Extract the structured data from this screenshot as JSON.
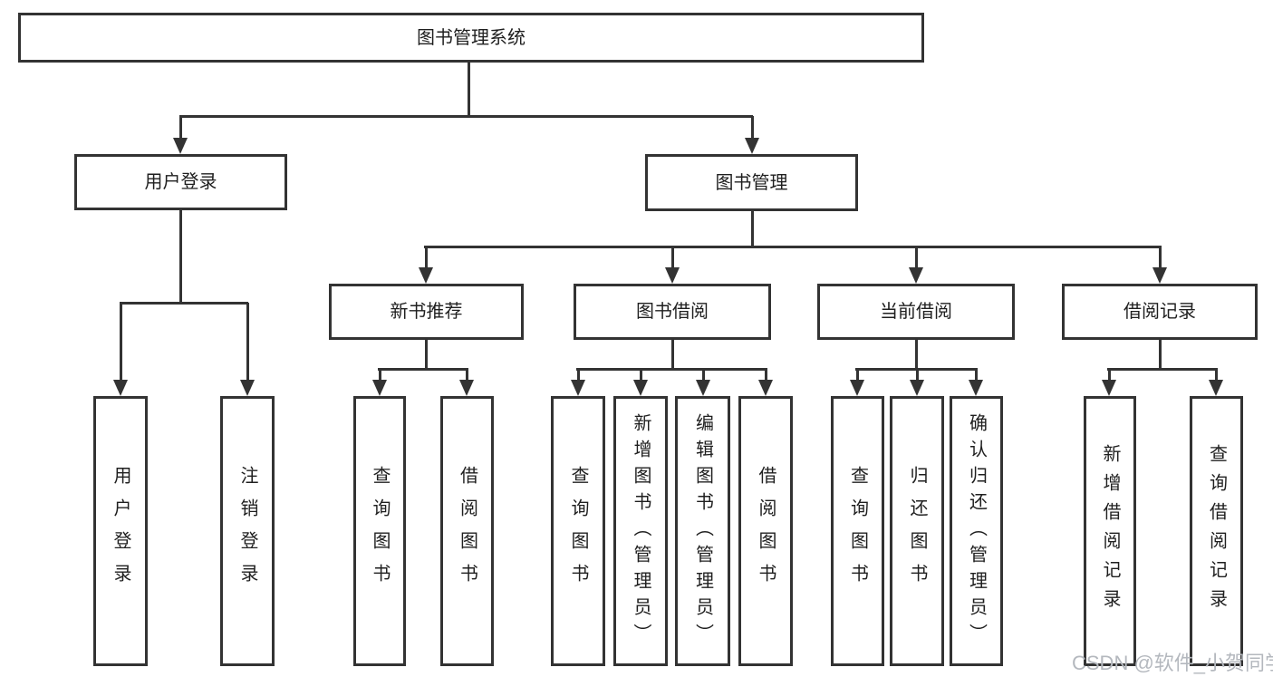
{
  "diagram": {
    "root": "图书管理系统",
    "level2": [
      {
        "label": "用户登录"
      },
      {
        "label": "图书管理"
      }
    ],
    "level3": [
      {
        "label": "新书推荐"
      },
      {
        "label": "图书借阅"
      },
      {
        "label": "当前借阅"
      },
      {
        "label": "借阅记录"
      }
    ],
    "leaves": [
      {
        "label": "用户登录"
      },
      {
        "label": "注销登录"
      },
      {
        "label": "查询图书"
      },
      {
        "label": "借阅图书"
      },
      {
        "label": "查询图书"
      },
      {
        "label": "新增图书（管理员）"
      },
      {
        "label": "编辑图书（管理员）"
      },
      {
        "label": "借阅图书"
      },
      {
        "label": "查询图书"
      },
      {
        "label": "归还图书"
      },
      {
        "label": "确认归还（管理员）"
      },
      {
        "label": "新增借阅记录"
      },
      {
        "label": "查询借阅记录"
      }
    ],
    "watermark": "CSDN @软件_小贺同学",
    "colors": {
      "line": "#333333",
      "text": "#1f1f1f",
      "watermark": "#b4b8be",
      "background": "#ffffff"
    }
  }
}
